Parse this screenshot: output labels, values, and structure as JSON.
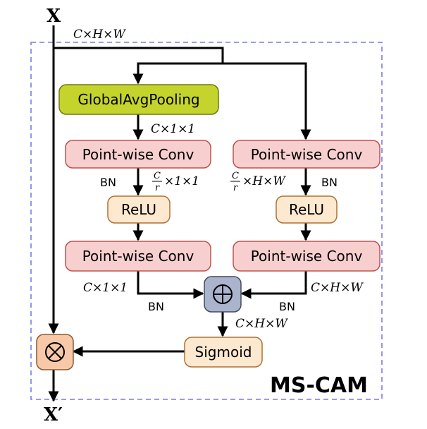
{
  "input_label": "X",
  "output_label": "X′",
  "input_dims": "C×H×W",
  "module_title": "MS-CAM",
  "boxes": {
    "gap": "GlobalAvgPooling",
    "left_conv1": "Point-wise Conv",
    "left_relu": "ReLU",
    "left_conv2": "Point-wise Conv",
    "right_conv1": "Point-wise Conv",
    "right_relu": "ReLU",
    "right_conv2": "Point-wise Conv",
    "sigmoid": "Sigmoid"
  },
  "ops": {
    "add": "⊕",
    "multiply": "⊗"
  },
  "labels": {
    "gap_out": "C×1×1",
    "left_reduced_tail": "×1×1",
    "left_conv2_out": "C×1×1",
    "right_reduced_tail": "×H×W",
    "right_conv2_out": "C×H×W",
    "add_out": "C×H×W",
    "frac_num": "C",
    "frac_den": "r",
    "bn_left_1": "BN",
    "bn_right_1": "BN",
    "bn_left_2": "BN",
    "bn_right_2": "BN"
  },
  "colors": {
    "gap_fill": "#c4d42c",
    "conv_fill": "#f8cfcf",
    "conv_stroke": "#c0504d",
    "relu_fill": "#fde8d0",
    "relu_stroke": "#b07030",
    "op_add_fill": "#aab4cc",
    "op_mul_fill": "#f7c9a8",
    "dash_border": "#7b7bdf"
  }
}
